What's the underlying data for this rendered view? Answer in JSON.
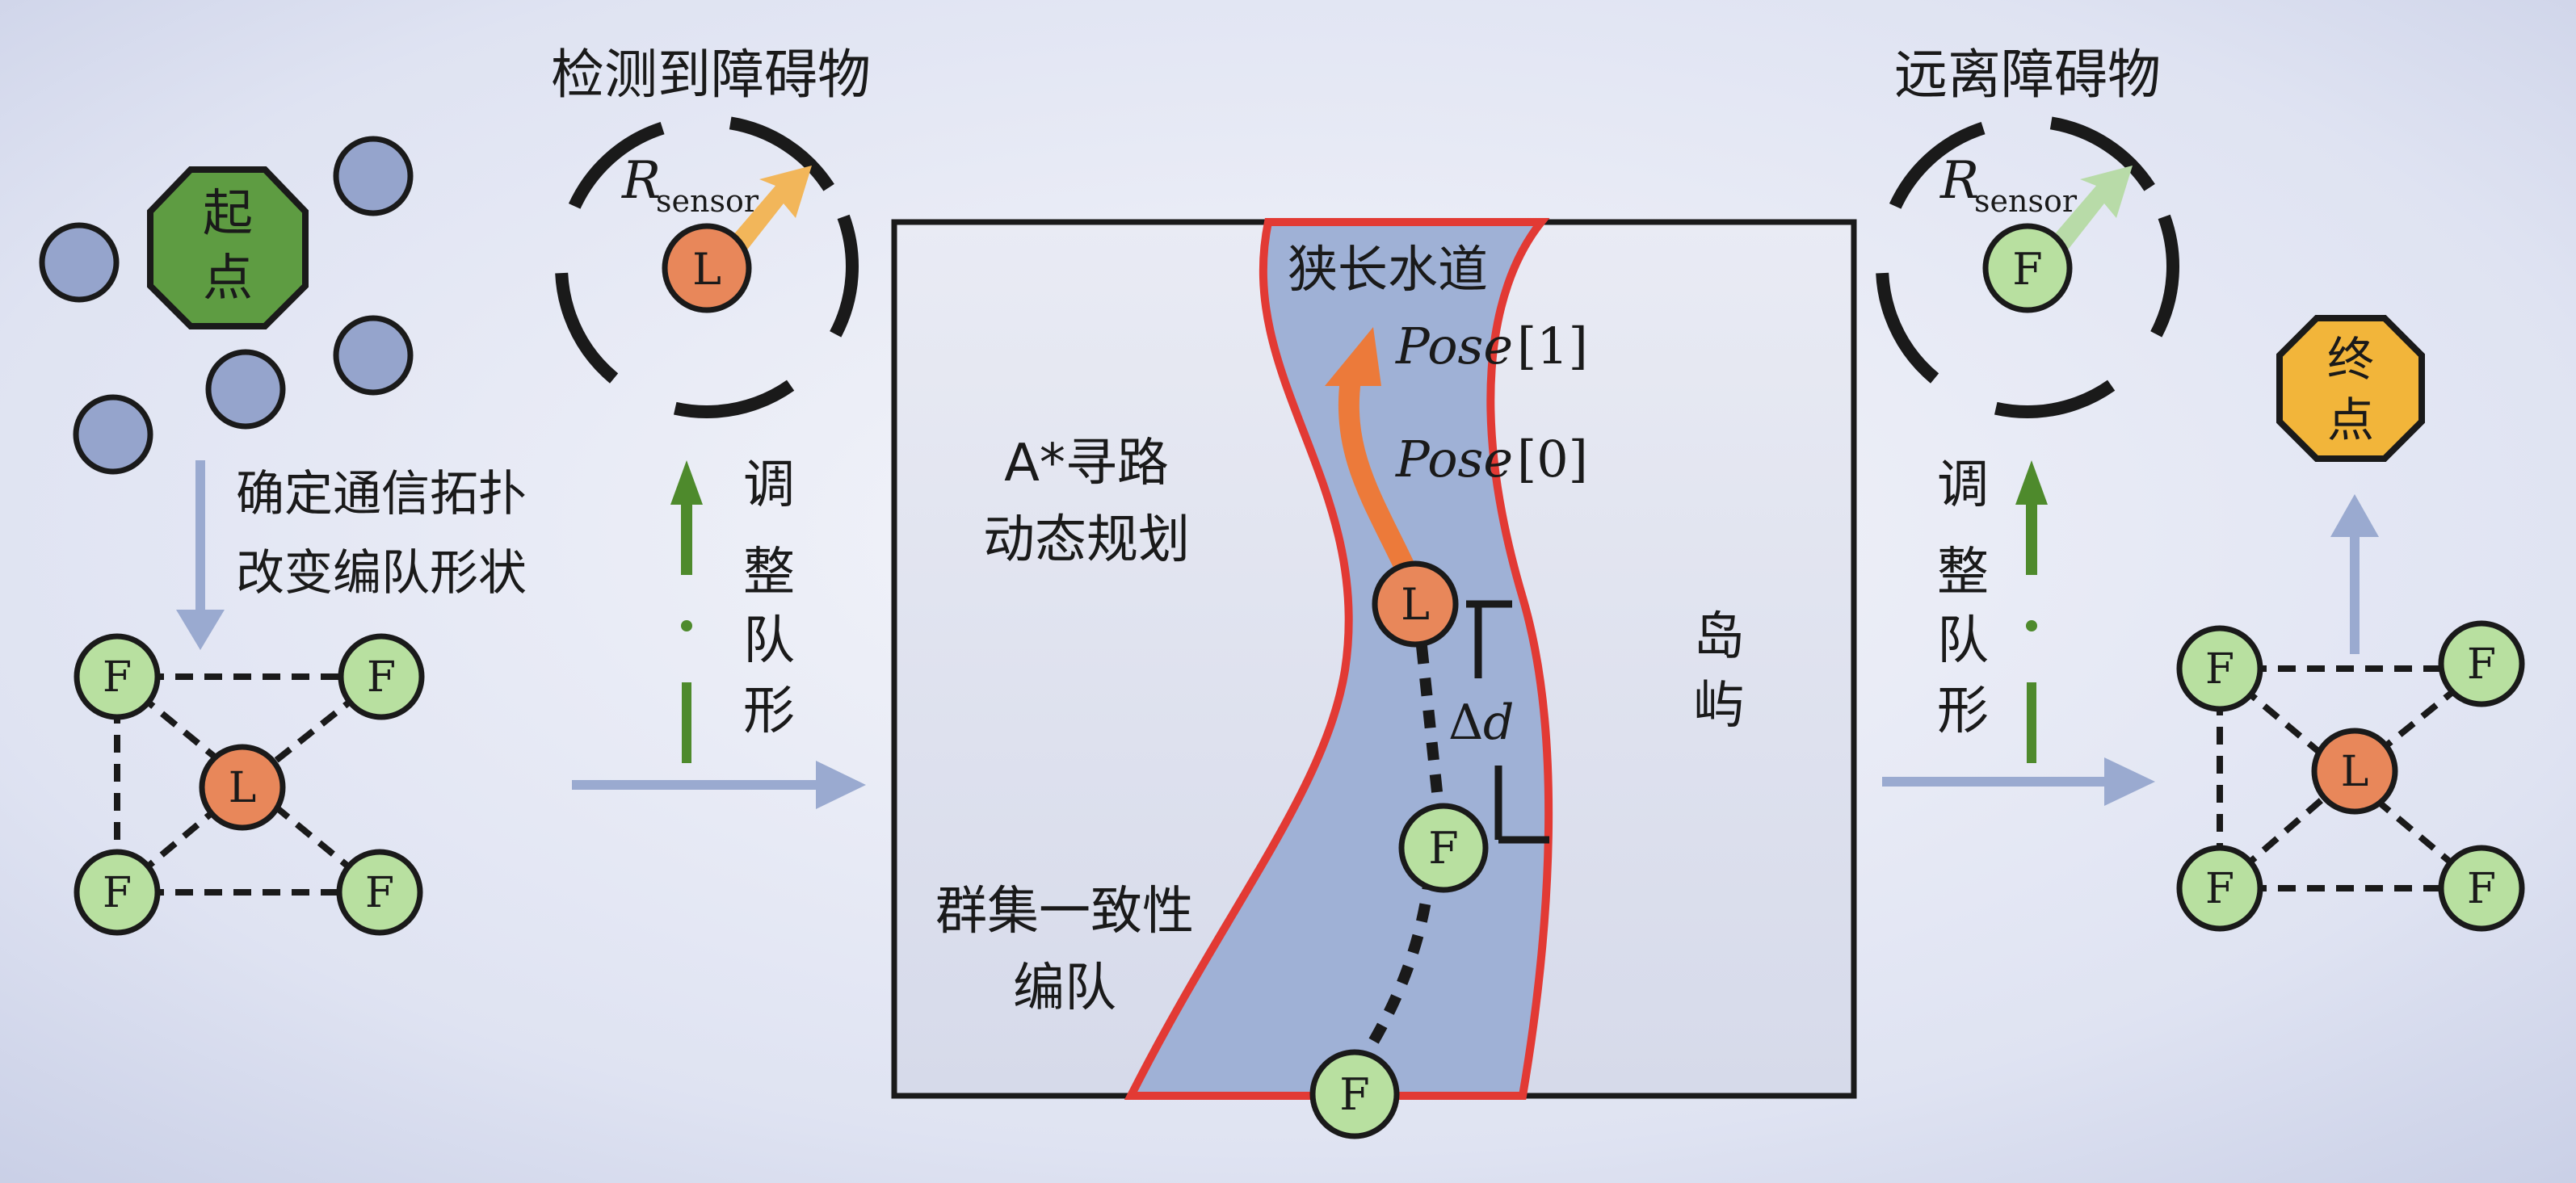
{
  "labels": {
    "detect_obstacle": "检测到障碍物",
    "leave_obstacle": "远离障碍物",
    "start": [
      "起",
      "点"
    ],
    "end": [
      "终",
      "点"
    ],
    "topology": "确定通信拓扑",
    "change_shape": "改变编队形状",
    "adjust_left": [
      "调",
      "整",
      "队",
      "形"
    ],
    "adjust_right": [
      "调",
      "整",
      "队",
      "形"
    ],
    "channel": "狭长水道",
    "astar_1": "A*寻路",
    "astar_2": "动态规划",
    "swarm_1": "群集一致性",
    "swarm_2": "编队",
    "island": [
      "岛",
      "屿"
    ],
    "pose1_name": "Pose",
    "pose1_index": "[1]",
    "pose0_name": "Pose",
    "pose0_index": "[0]",
    "delta": "Δ",
    "delta_var": "d",
    "r_symbol": "R",
    "r_sub": "sensor",
    "leader": "L",
    "follower": "F"
  },
  "colors": {
    "leader": "#e8875a",
    "follower": "#b8e0a0",
    "start_node": "#5e9c42",
    "end_node": "#f2b53a",
    "plain_node": "#95a4cc",
    "channel": "#9fb1d6",
    "channel_border": "#e23a34",
    "path_arrow": "#ec7a3a",
    "sensor_arrow_left": "#f2b65a",
    "sensor_arrow_right": "#b8dba8",
    "adjust_arrow": "#4e8a2c",
    "flow_arrow": "#9aaad0"
  }
}
